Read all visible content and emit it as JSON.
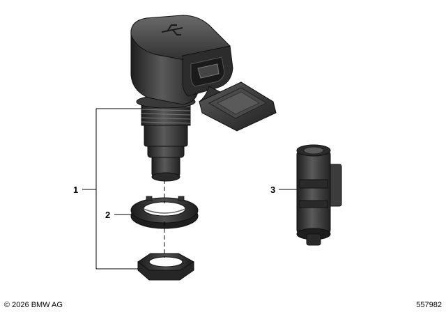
{
  "callouts": [
    {
      "id": "1",
      "label": "1"
    },
    {
      "id": "2",
      "label": "2"
    },
    {
      "id": "3",
      "label": "3"
    }
  ],
  "footer": {
    "copyright": "© 2026 BMW AG",
    "diagram_number": "557982"
  },
  "parts": [
    {
      "callout": "1",
      "icon": "usb-socket-assembly-icon"
    },
    {
      "callout": "2",
      "icon": "retaining-ring-icon"
    },
    {
      "callout": "3",
      "icon": "holder-sleeve-icon"
    }
  ],
  "colors": {
    "part_dark": "#2b2b2b",
    "part_mid": "#4a4a4a",
    "part_light": "#6e6e6e",
    "line": "#000000",
    "background": "#ffffff"
  }
}
